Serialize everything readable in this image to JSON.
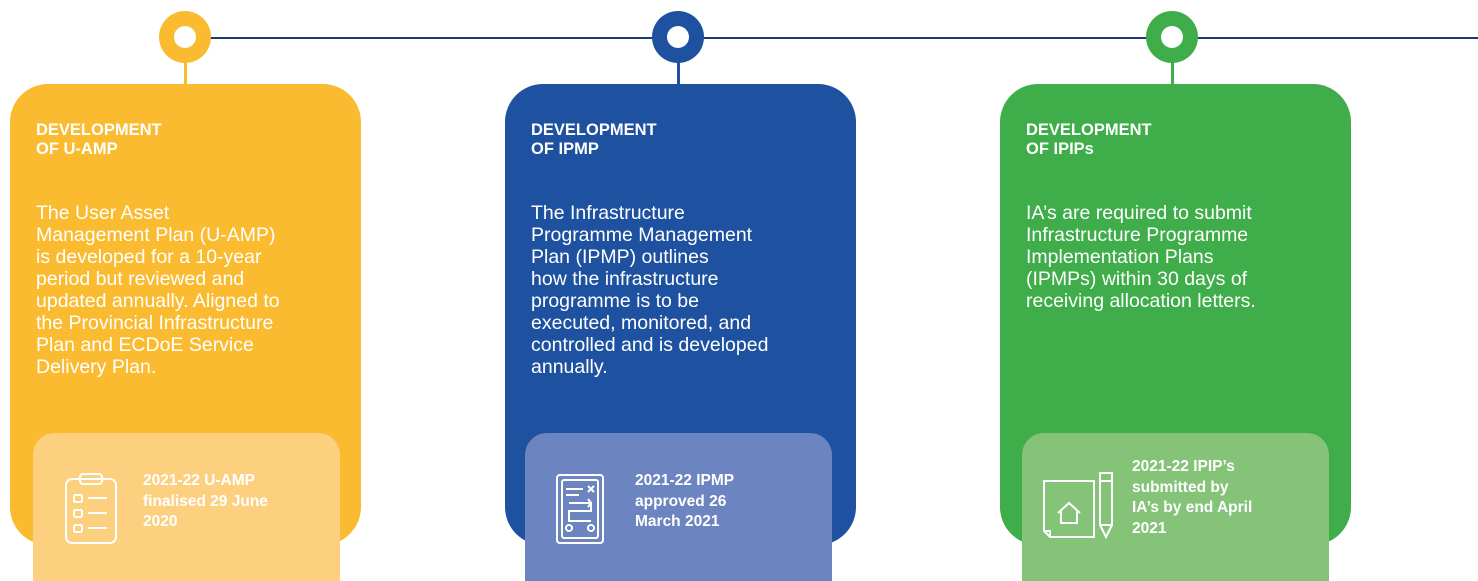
{
  "colors": {
    "timeline": "#1f3a6e",
    "stage1_card": "#fbbb30",
    "stage1_badge": "#fdd080",
    "stage2_card": "#1e52a0",
    "stage2_badge": "#6c84c0",
    "stage3_card": "#3ead4a",
    "stage3_badge": "#85c379"
  },
  "stages": [
    {
      "title": "DEVELOPMENT\nOF U-AMP",
      "description": "The User Asset\nManagement Plan (U-AMP)\nis developed for a 10-year\nperiod but reviewed and\nupdated annually. Aligned to\nthe Provincial Infrastructure\nPlan and ECDoE Service\nDelivery Plan.",
      "milestone": "2021-22 U-AMP\nfinalised 29 June\n2020",
      "icon": "clipboard-checklist-icon"
    },
    {
      "title": "DEVELOPMENT\nOF IPMP",
      "description": "The Infrastructure\nProgramme Management\nPlan (IPMP) outlines\nhow the infrastructure\nprogramme is to be\nexecuted, monitored, and\ncontrolled and is developed\nannually.",
      "milestone": "2021-22 IPMP\napproved 26\nMarch 2021",
      "icon": "strategy-board-icon"
    },
    {
      "title": "DEVELOPMENT\nOF IPIPs",
      "description": "IA’s are required to submit\nInfrastructure Programme\nImplementation Plans\n(IPMPs) within 30 days of\nreceiving allocation letters.",
      "milestone": "2021-22 IPIP’s\nsubmitted by\nIA’s by end April\n2021",
      "icon": "house-plan-pencil-icon"
    }
  ]
}
